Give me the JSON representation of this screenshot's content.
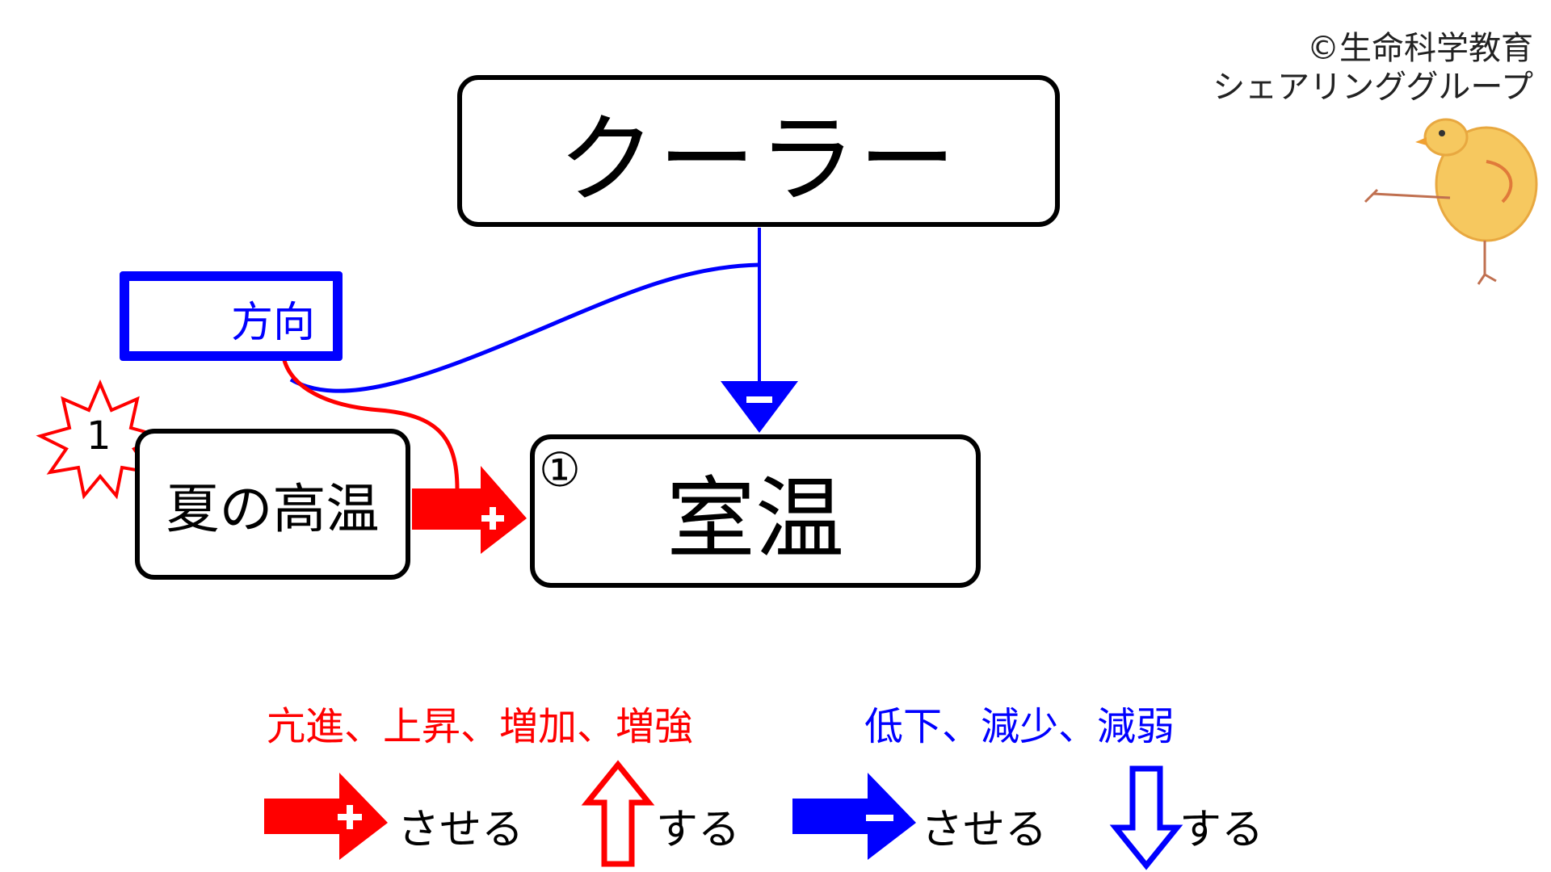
{
  "copyright": {
    "line1": "©生命科学教育",
    "line2": "シェアリンググループ"
  },
  "nodes": {
    "cooler": "クーラー",
    "room_temp": "室温",
    "room_temp_number": "①",
    "summer_heat": "夏の高温",
    "direction": "方向",
    "burst_number": "1"
  },
  "edges": {
    "summer_to_room_sign": "+",
    "cooler_to_room_sign": "−"
  },
  "legend": {
    "increase_terms": "亢進、上昇、増加、増強",
    "decrease_terms": "低下、減少、減弱",
    "items": [
      {
        "arrow": "red-plus-arrow",
        "label": "させる"
      },
      {
        "arrow": "red-up-outline-arrow",
        "label": "する"
      },
      {
        "arrow": "blue-minus-arrow",
        "label": "させる"
      },
      {
        "arrow": "blue-down-outline-arrow",
        "label": "する"
      }
    ]
  },
  "colors": {
    "increase": "#ff0000",
    "decrease": "#0000ff",
    "box_border": "#000000"
  }
}
